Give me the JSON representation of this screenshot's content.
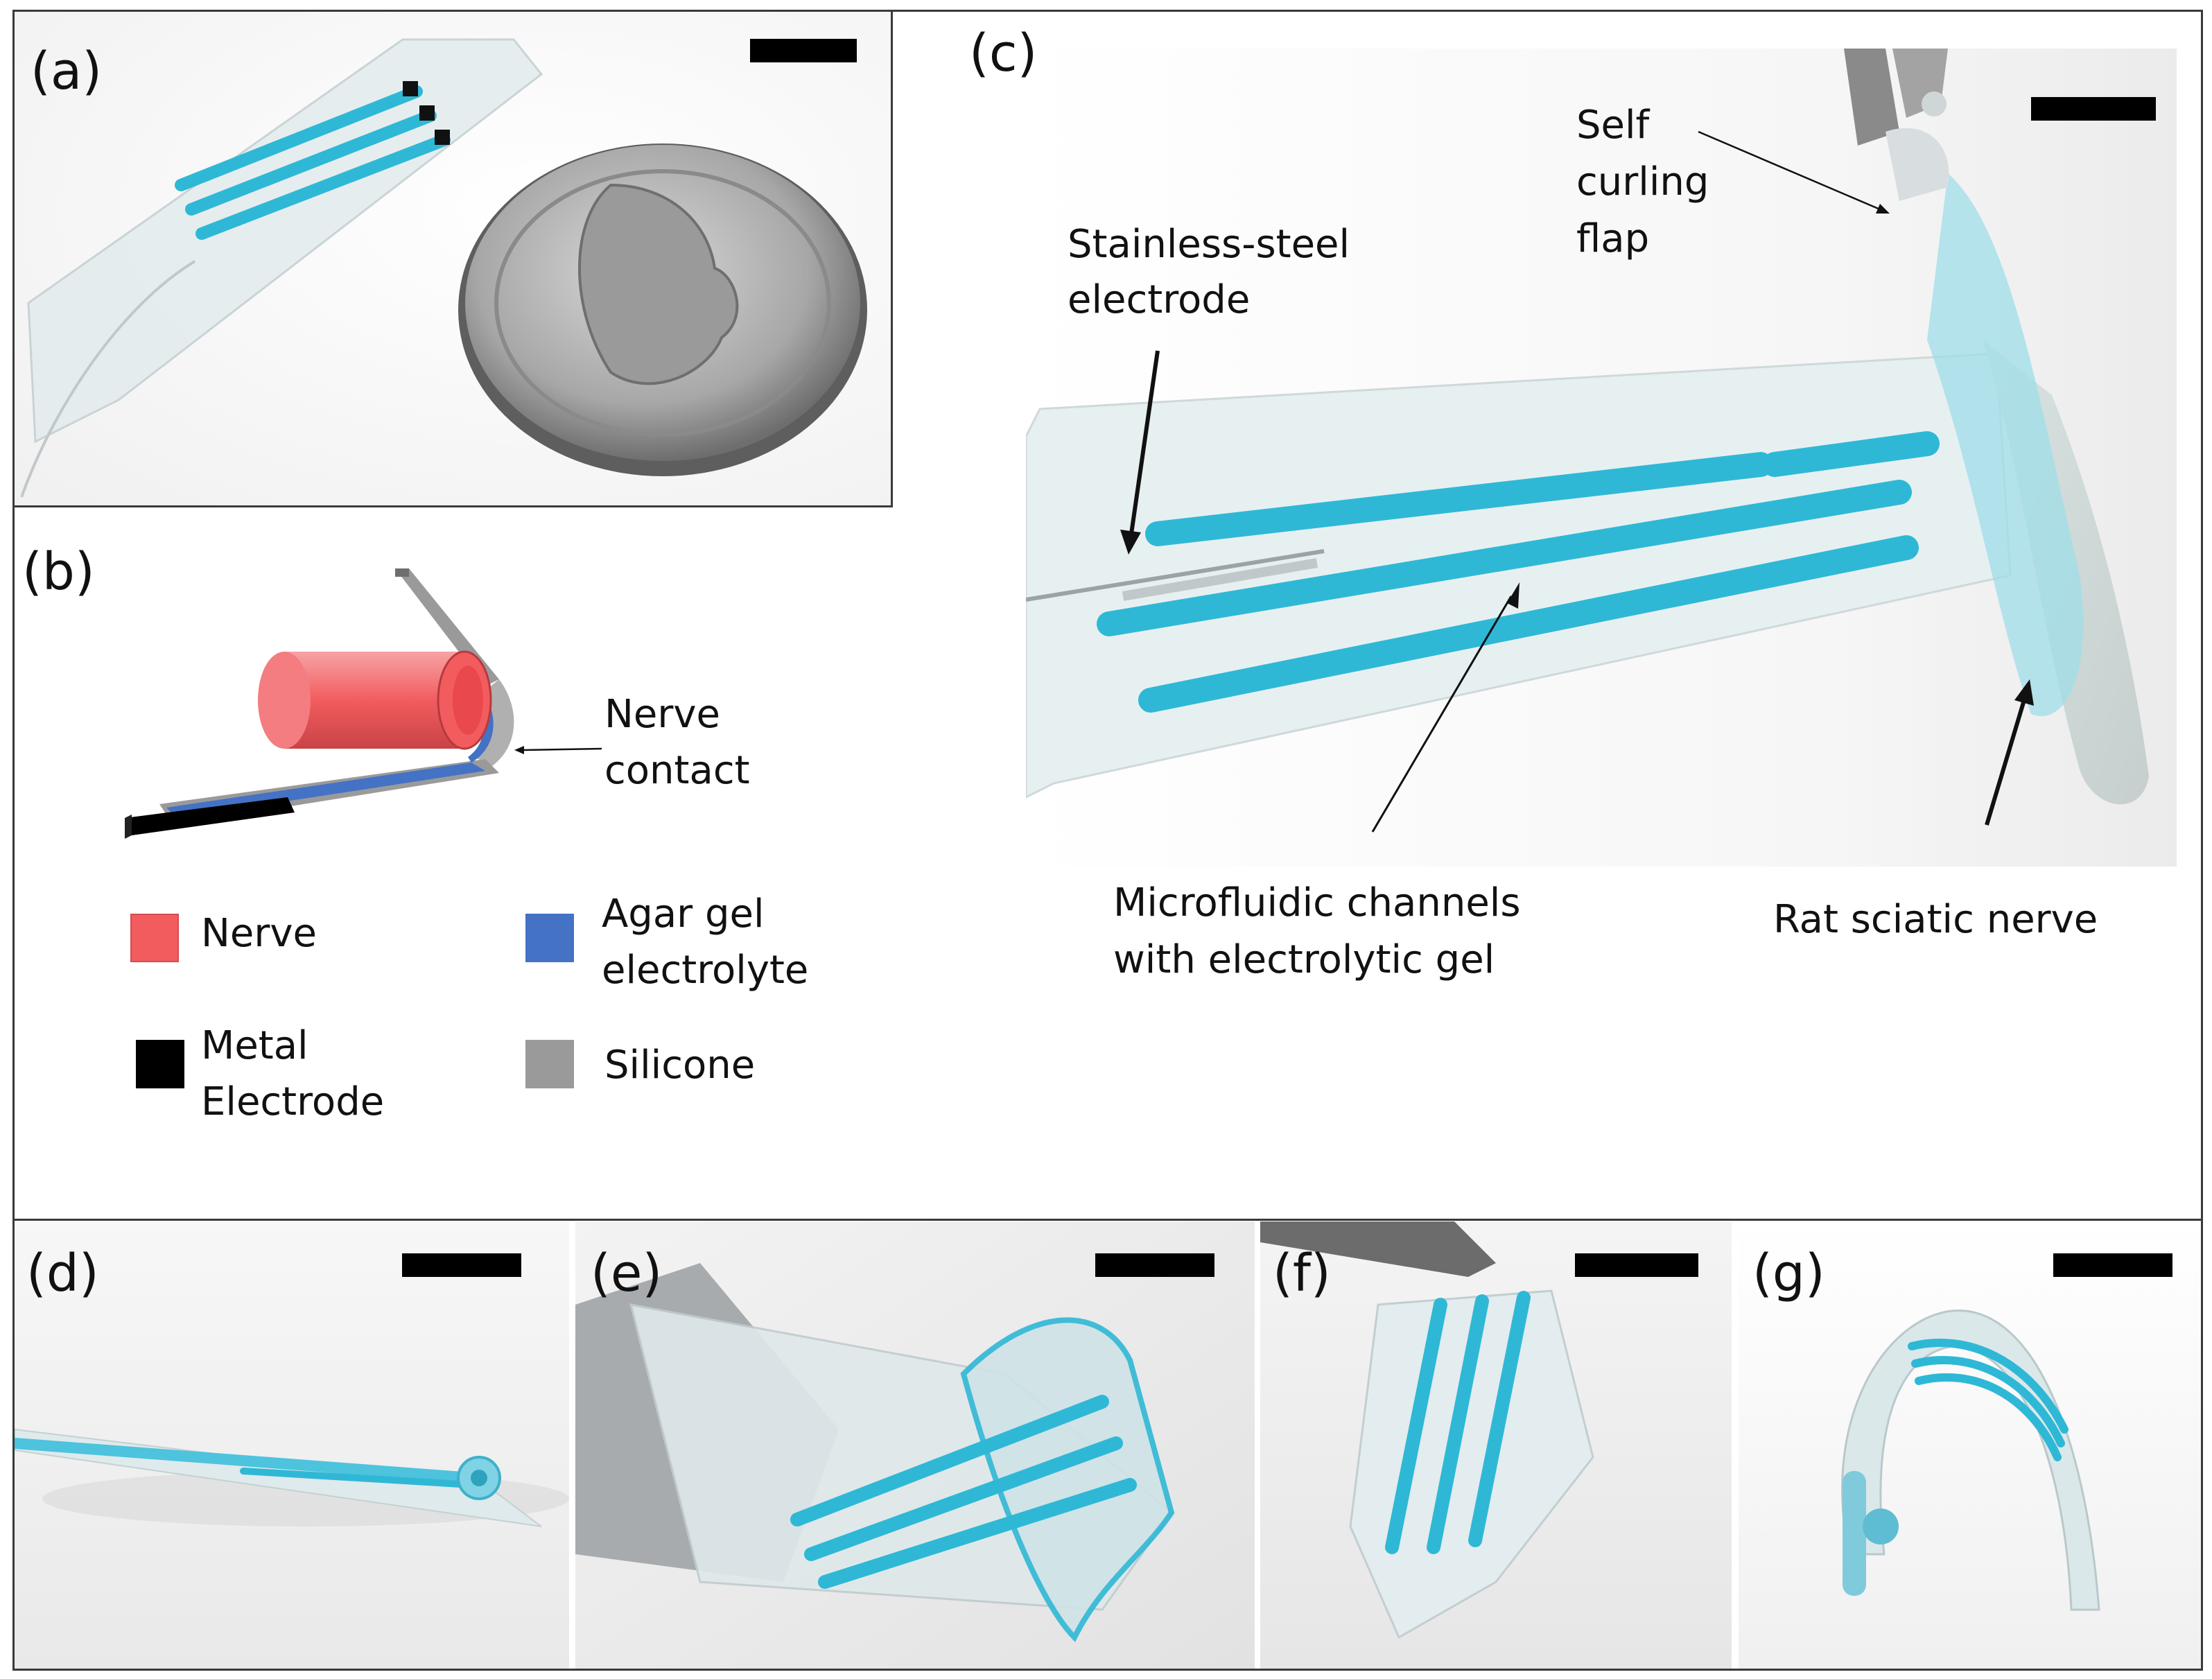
{
  "panels": {
    "a": {
      "label": "(a)"
    },
    "b": {
      "label": "(b)",
      "annotation": [
        "Nerve",
        "contact"
      ],
      "legend": [
        {
          "name": "nerve-swatch",
          "lines": [
            "Nerve"
          ],
          "color": "#f25c5f"
        },
        {
          "name": "agar-swatch",
          "lines": [
            "Agar gel",
            "electrolyte"
          ],
          "color": "#4472c4"
        },
        {
          "name": "electrode-swatch",
          "lines": [
            "Metal",
            "Electrode"
          ],
          "color": "#000000"
        },
        {
          "name": "silicone-swatch",
          "lines": [
            "Silicone"
          ],
          "color": "#9a9a9a"
        }
      ]
    },
    "c": {
      "label": "(c)",
      "callouts": {
        "flap": [
          "Self",
          "curling",
          "flap"
        ],
        "electrode": [
          "Stainless-steel",
          "electrode"
        ],
        "channels": [
          "Microfluidic channels",
          "with electrolytic gel"
        ],
        "nerve": [
          "Rat sciatic nerve"
        ]
      }
    },
    "d": {
      "label": "(d)"
    },
    "e": {
      "label": "(e)"
    },
    "f": {
      "label": "(f)"
    },
    "g": {
      "label": "(g)"
    }
  },
  "colors": {
    "channel_blue": "#2fb8d6",
    "silicone_clear": "#e6eef0",
    "nerve_red": "#f25c5f",
    "agar_blue": "#4472c4",
    "silicone_gray": "#9a9a9a"
  }
}
